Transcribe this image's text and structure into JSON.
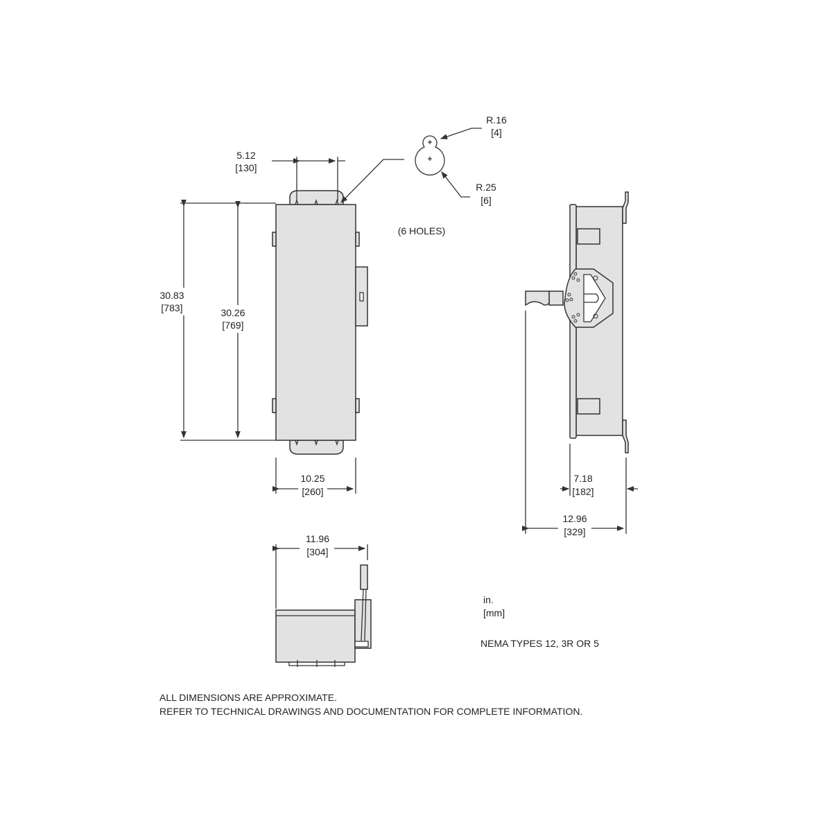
{
  "dimensions": {
    "top_hole_spacing": {
      "in": "5.12",
      "mm": "[130]"
    },
    "overall_height": {
      "in": "30.83",
      "mm": "[783]"
    },
    "body_height": {
      "in": "30.26",
      "mm": "[769]"
    },
    "body_width": {
      "in": "10.25",
      "mm": "[260]"
    },
    "depth_to_flange": {
      "in": "7.18",
      "mm": "[182]"
    },
    "overall_depth": {
      "in": "12.96",
      "mm": "[329]"
    },
    "bottom_width": {
      "in": "11.96",
      "mm": "[304]"
    }
  },
  "keyhole": {
    "small_radius": {
      "in": "R.16",
      "mm": "[4]"
    },
    "large_radius": {
      "in": "R.25",
      "mm": "[6]"
    },
    "count_label": "(6 HOLES)"
  },
  "units_legend": {
    "primary": "in.",
    "secondary": "[mm]"
  },
  "rating": "NEMA TYPES 12, 3R OR 5",
  "notes": [
    "ALL DIMENSIONS ARE APPROXIMATE.",
    "REFER TO TECHNICAL DRAWINGS AND DOCUMENTATION FOR COMPLETE INFORMATION."
  ]
}
